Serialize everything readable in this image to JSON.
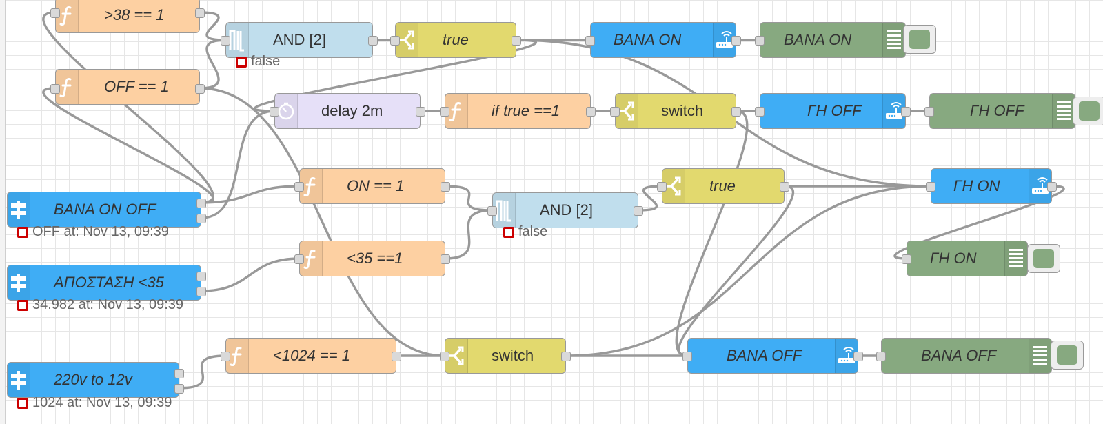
{
  "nodes": {
    "func_gt38": {
      "label": ">38 == 1",
      "icon": "function-icon"
    },
    "func_off": {
      "label": "OFF == 1",
      "icon": "function-icon"
    },
    "and_top": {
      "label": "AND [2]",
      "icon": "join-icon",
      "status": "false"
    },
    "switch_top": {
      "label": "true",
      "icon": "switch-icon"
    },
    "mqtt_bana_on": {
      "label": "BANA ON",
      "icon": "router-icon"
    },
    "debug_bana_on": {
      "label": "BANA ON",
      "icon": "debug-icon"
    },
    "delay": {
      "label": "delay 2m",
      "icon": "timer-icon"
    },
    "func_iftrue": {
      "label": "if true ==1",
      "icon": "function-icon"
    },
    "switch_mid": {
      "label": "switch",
      "icon": "switch-icon"
    },
    "mqtt_gh_off": {
      "label": "ΓΗ OFF",
      "icon": "router-icon"
    },
    "debug_gh_off": {
      "label": "ΓΗ OFF",
      "icon": "debug-icon"
    },
    "inject_bana": {
      "label": "BANA ON OFF",
      "icon": "inject-icon",
      "status": "OFF at: Nov 13, 09:39"
    },
    "func_on": {
      "label": "ON == 1",
      "icon": "function-icon"
    },
    "and_mid": {
      "label": "AND [2]",
      "icon": "join-icon",
      "status": "false"
    },
    "switch_true2": {
      "label": "true",
      "icon": "switch-icon"
    },
    "mqtt_gh_on": {
      "label": "ΓΗ ON",
      "icon": "router-icon"
    },
    "debug_gh_on": {
      "label": "ΓΗ ON",
      "icon": "debug-icon"
    },
    "inject_apostasi": {
      "label": "ΑΠΟΣΤΑΣΗ <35",
      "icon": "inject-icon",
      "status": "34.982 at: Nov 13, 09:39"
    },
    "func_lt35": {
      "label": "<35 ==1",
      "icon": "function-icon"
    },
    "func_lt1024": {
      "label": "<1024 == 1",
      "icon": "function-icon"
    },
    "switch_bottom": {
      "label": "switch",
      "icon": "switch-icon"
    },
    "mqtt_bana_off": {
      "label": "BANA OFF",
      "icon": "router-icon"
    },
    "debug_bana_off": {
      "label": "BANA OFF",
      "icon": "debug-icon"
    },
    "inject_220v": {
      "label": "220v to 12v",
      "icon": "inject-icon",
      "status": "1024 at: Nov 13, 09:39"
    }
  },
  "colors": {
    "function": "#fdd0a2",
    "switch": "#e2d96e",
    "join": "#c0deed",
    "delay": "#e6e0f8",
    "inject": "#3fadf5",
    "mqtt": "#3fadf5",
    "debug": "#87a980",
    "wire": "#999999",
    "status_error": "#cc0000"
  }
}
